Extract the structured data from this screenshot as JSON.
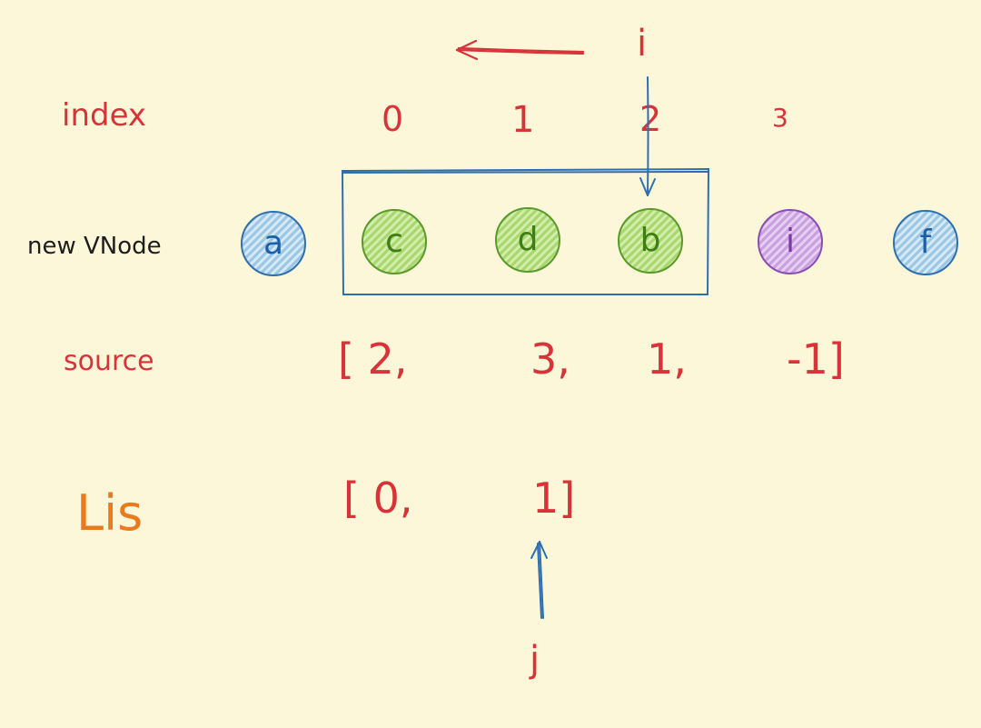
{
  "labels": {
    "index": "index",
    "new_vnode": "new VNode",
    "source": "source",
    "lis": "Lis"
  },
  "index_values": [
    "0",
    "1",
    "2",
    "3"
  ],
  "nodes": [
    {
      "label": "a",
      "color": "blue"
    },
    {
      "label": "c",
      "color": "green"
    },
    {
      "label": "d",
      "color": "green"
    },
    {
      "label": "b",
      "color": "green"
    },
    {
      "label": "i",
      "color": "purple"
    },
    {
      "label": "f",
      "color": "blue"
    }
  ],
  "source_values": [
    "[ 2,",
    "3,",
    "1,",
    "-1]"
  ],
  "lis_values": [
    "[ 0,",
    "1]"
  ],
  "pointers": {
    "i": "i",
    "j": "j"
  },
  "colors": {
    "background": "#fdf7d9",
    "red": "#d9333a",
    "orange": "#ea7a1e",
    "blue": "#2f6fb0",
    "green": "#5a9a2a",
    "purple": "#8a4db0"
  }
}
